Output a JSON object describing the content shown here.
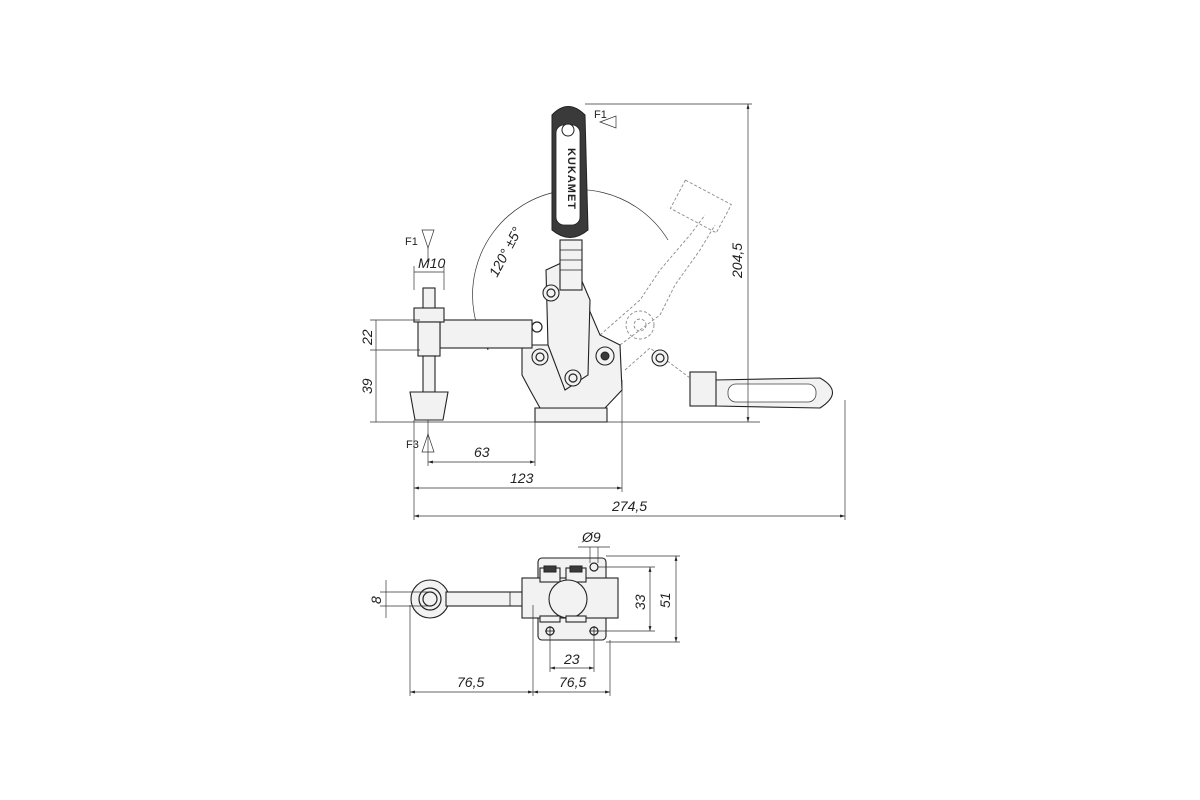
{
  "side_view": {
    "brand": "KUKAMET",
    "angle_label": "120° ±5°",
    "thread_label": "M10",
    "force_labels": {
      "f1_top": "F1",
      "f1_handle": "F1",
      "f3": "F3"
    },
    "dims": {
      "d22": "22",
      "d39": "39",
      "d63": "63",
      "d123": "123",
      "d274": "274,5",
      "d204": "204,5"
    }
  },
  "top_view": {
    "dims": {
      "d8": "8",
      "hole": "Ø9",
      "d33": "33",
      "d51": "51",
      "d23": "23",
      "d76a": "76,5",
      "d76b": "76,5"
    }
  }
}
